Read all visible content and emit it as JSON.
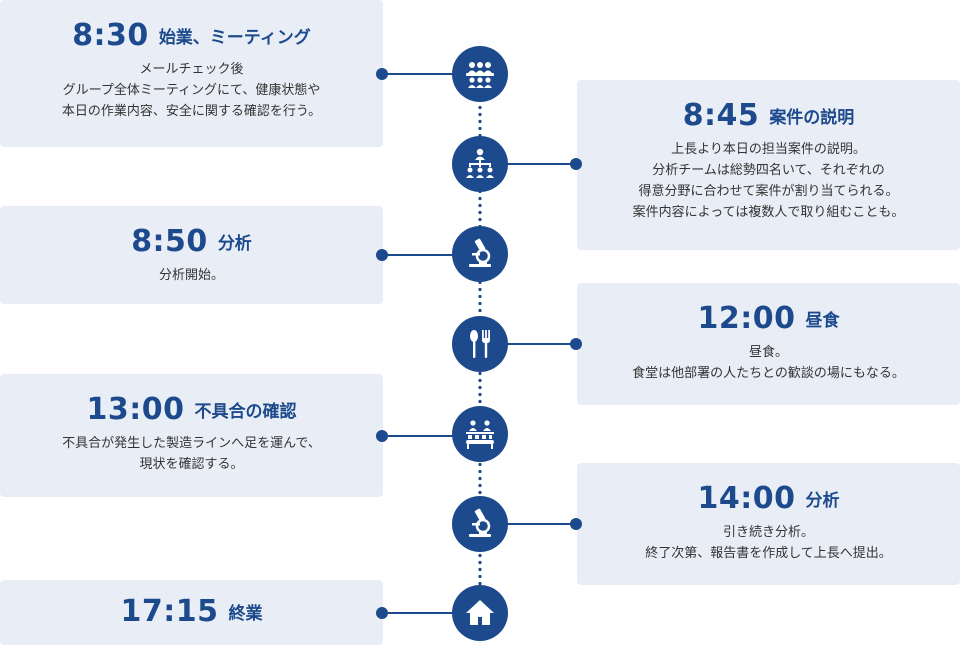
{
  "events": [
    {
      "time": "8:30",
      "title": "始業、ミーティング",
      "lines": [
        "メールチェック後",
        "グループ全体ミーティングにて、健康状態や",
        "本日の作業内容、安全に関する確認を行う。"
      ],
      "icon": "meeting-icon"
    },
    {
      "time": "8:45",
      "title": "案件の説明",
      "lines": [
        "上長より本日の担当案件の説明。",
        "分析チームは総勢四名いて、それぞれの",
        "得意分野に合わせて案件が割り当てられる。",
        "案件内容によっては複数人で取り組むことも。"
      ],
      "icon": "team-hierarchy-icon"
    },
    {
      "time": "8:50",
      "title": "分析",
      "lines": [
        "分析開始。"
      ],
      "icon": "microscope-icon"
    },
    {
      "time": "12:00",
      "title": "昼食",
      "lines": [
        "昼食。",
        "食堂は他部署の人たちとの歓談の場にもなる。"
      ],
      "icon": "spoon-fork-icon"
    },
    {
      "time": "13:00",
      "title": "不具合の確認",
      "lines": [
        "不具合が発生した製造ラインへ足を運んで、",
        "現状を確認する。"
      ],
      "icon": "production-line-icon"
    },
    {
      "time": "14:00",
      "title": "分析",
      "lines": [
        "引き続き分析。",
        "終了次第、報告書を作成して上長へ提出。"
      ],
      "icon": "microscope-icon"
    },
    {
      "time": "17:15",
      "title": "終業",
      "lines": [],
      "icon": "home-icon"
    }
  ],
  "colors": {
    "accent": "#1d4a8c",
    "card_bg": "#e9eef6"
  }
}
